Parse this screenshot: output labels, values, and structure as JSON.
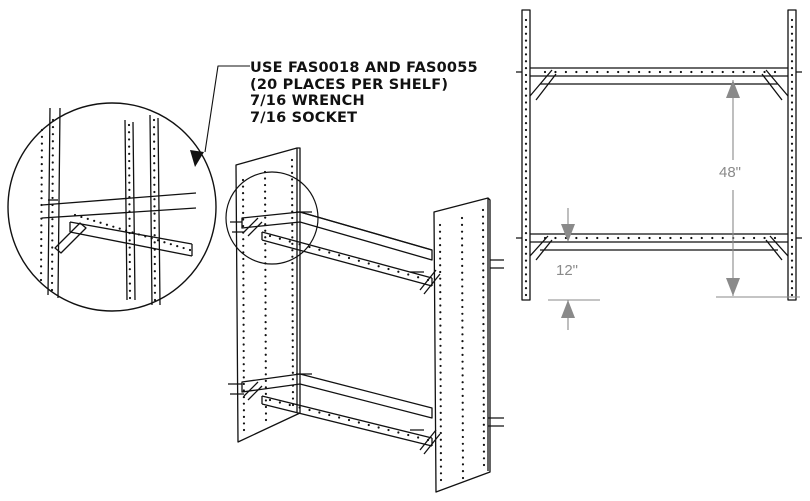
{
  "callout": {
    "line1": "USE FAS0018 AND FAS0055",
    "line2": "(20 PLACES PER SHELF)",
    "line3": "7/16 WRENCH",
    "line4": "7/16 SOCKET"
  },
  "dimensions": {
    "shelf_spacing": "48\"",
    "bottom_clearance": "12\""
  }
}
